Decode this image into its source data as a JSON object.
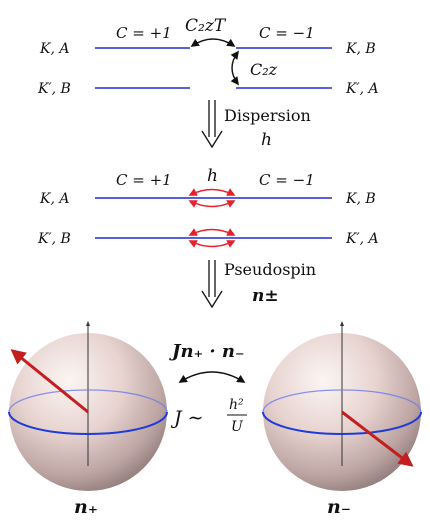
{
  "panel1": {
    "left_top": "K, A",
    "left_bottom": "K′, B",
    "right_top": "K, B",
    "right_bottom": "K′, A",
    "chern_left": "C = +1",
    "chern_right": "C = −1",
    "symmetry_top": "C₂zT",
    "symmetry_side": "C₂z"
  },
  "step1": {
    "label": "Dispersion",
    "symbol": "h"
  },
  "panel2": {
    "left_top": "K, A",
    "left_bottom": "K′, B",
    "right_top": "K, B",
    "right_bottom": "K′, A",
    "chern_left": "C = +1",
    "chern_right": "C = −1",
    "coupling": "h"
  },
  "step2": {
    "label": "Pseudospin",
    "symbol": "n±"
  },
  "panel3": {
    "interaction": "Jn₊ · n₋",
    "exchange_lhs": "J ∼",
    "exchange_num": "h²",
    "exchange_den": "U",
    "sphere_left_label": "n₊",
    "sphere_right_label": "n₋"
  },
  "colors": {
    "band": "#1f2bd6",
    "hopping_arrow": "#e8202a",
    "spin_arrow": "#c41f1f",
    "equator": "#1e3ad8"
  }
}
